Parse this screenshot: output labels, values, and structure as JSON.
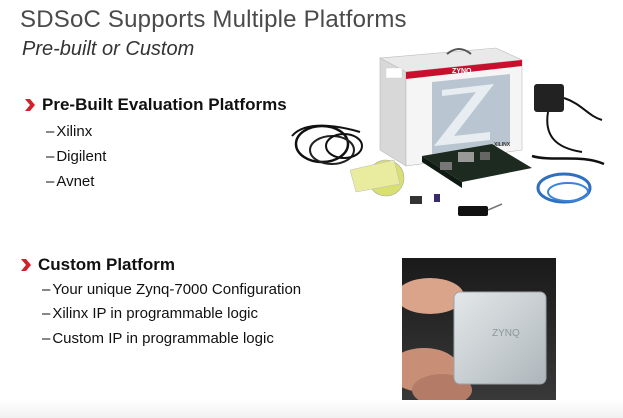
{
  "slide": {
    "title": "SDSoC Supports Multiple Platforms",
    "subtitle": "Pre-built or Custom",
    "accent_color": "#d4202a"
  },
  "sections": [
    {
      "heading": "Pre-Built Evaluation Platforms",
      "items": [
        "Xilinx",
        "Digilent",
        "Avnet"
      ]
    },
    {
      "heading": "Custom Platform",
      "items": [
        "Your unique Zynq-7000 Configuration",
        "Xilinx IP in programmable logic",
        "Custom IP in programmable logic"
      ]
    }
  ],
  "images": {
    "kit_box_label": "ZYNQ",
    "kit_brand": "XILINX",
    "chip_label": "ZYNQ"
  }
}
